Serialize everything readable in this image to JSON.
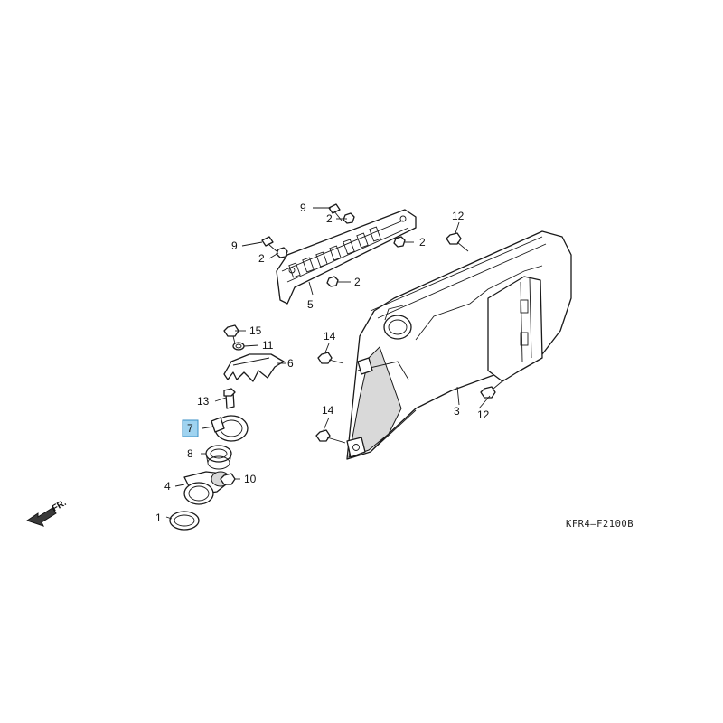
{
  "diagram_code": "KFR4—F2100B",
  "front_arrow_label": "FR.",
  "highlight_color": "#9fd3f0",
  "callouts": {
    "c9a": "9",
    "c2a": "2",
    "c9b": "9",
    "c2b": "2",
    "c2c": "2",
    "c2d": "2",
    "c5": "5",
    "c12a": "12",
    "c12b": "12",
    "c3": "3",
    "c15": "15",
    "c11": "11",
    "c6": "6",
    "c14a": "14",
    "c14b": "14",
    "c13": "13",
    "c7": "7",
    "c8": "8",
    "c10": "10",
    "c4": "4",
    "c1": "1"
  }
}
